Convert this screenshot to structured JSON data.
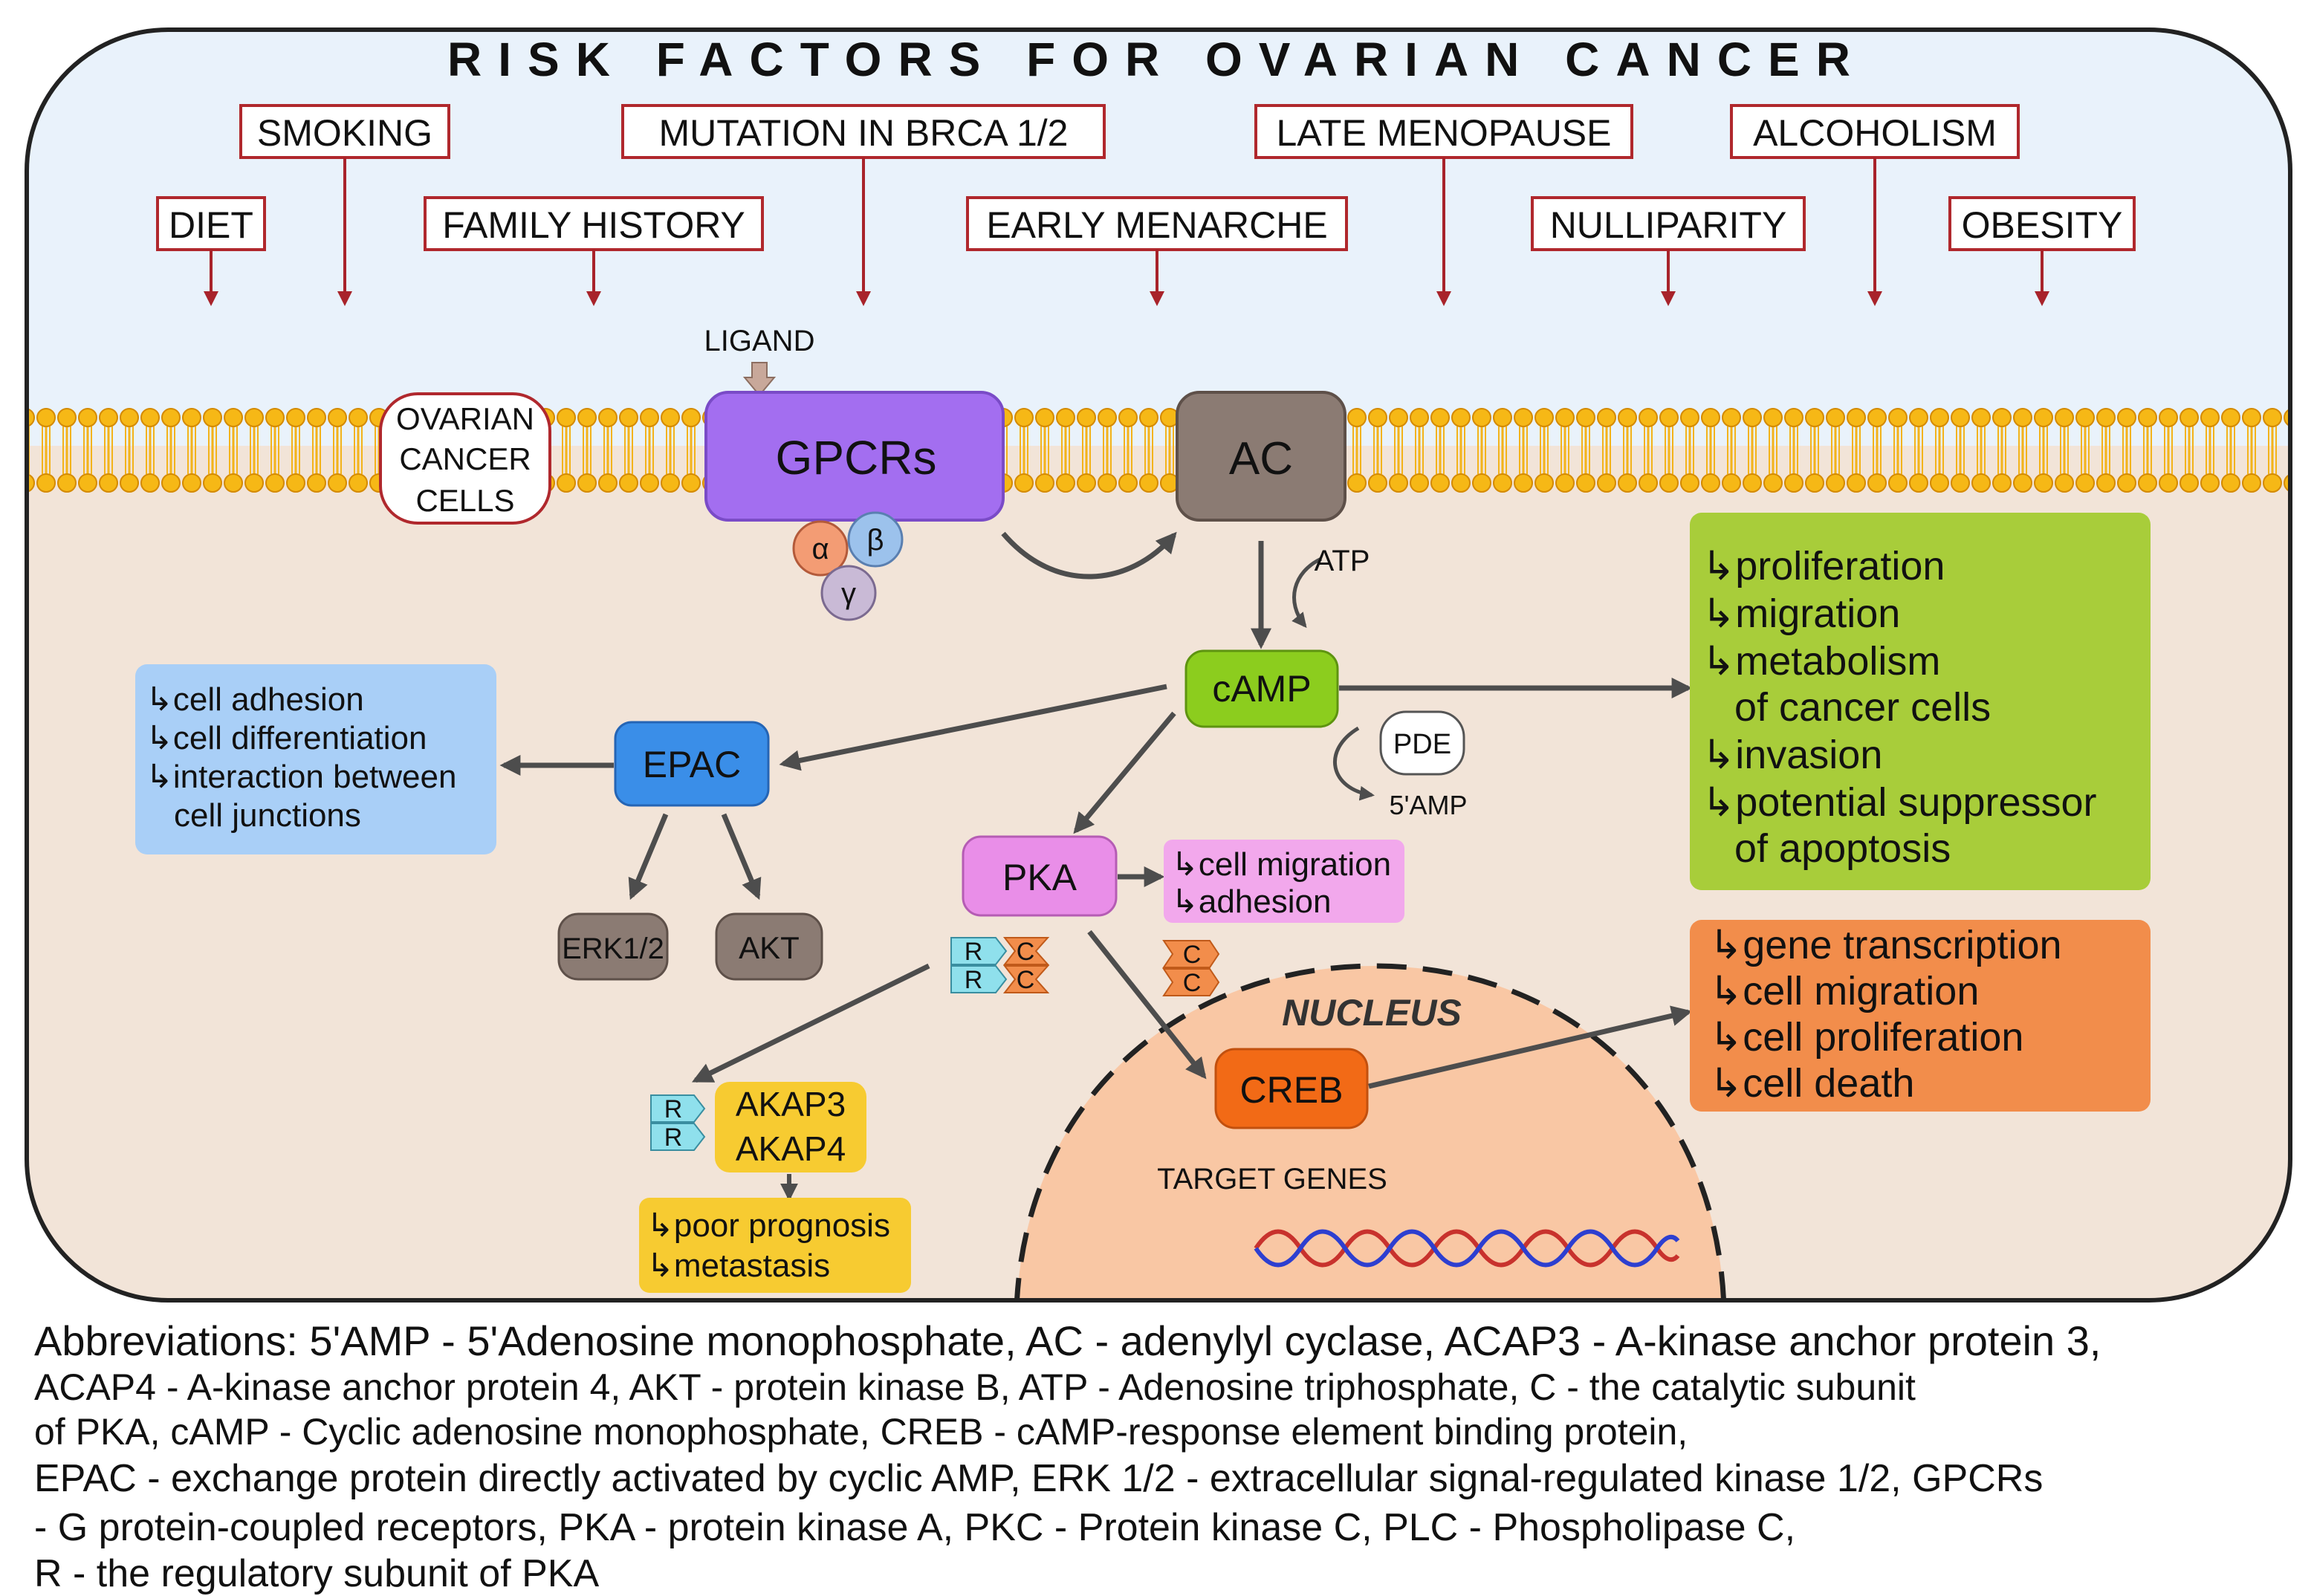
{
  "title": "RISK FACTORS FOR OVARIAN CANCER",
  "risk_factors": [
    "SMOKING",
    "MUTATION IN BRCA 1/2",
    "LATE MENOPAUSE",
    "ALCOHOLISM",
    "DIET",
    "FAMILY HISTORY",
    "EARLY MENARCHE",
    "NULLIPARITY",
    "OBESITY"
  ],
  "membrane": {
    "ligand": "LIGAND",
    "cell_label": [
      "OVARIAN",
      "CANCER",
      "CELLS"
    ],
    "gpcrs": "GPCRs",
    "ac": "AC",
    "alpha": "α",
    "beta": "β",
    "gamma": "γ"
  },
  "signaling": {
    "atp": "ATP",
    "camp": "cAMP",
    "pde": "PDE",
    "amp5": "5'AMP",
    "epac": "EPAC",
    "erk": "ERK1/2",
    "akt": "AKT",
    "pka": "PKA",
    "r": "R",
    "c": "C",
    "akap3": "AKAP3",
    "akap4": "AKAP4",
    "creb": "CREB",
    "nucleus": "NUCLEUS",
    "target_genes": "TARGET GENES"
  },
  "effects": {
    "epac": [
      "↳cell adhesion",
      "↳cell differentiation",
      "↳interaction between",
      "cell junctions"
    ],
    "camp": [
      "↳proliferation",
      "↳migration",
      "↳metabolism",
      "of cancer cells",
      "↳invasion",
      "↳potential suppressor",
      "of apoptosis"
    ],
    "pka": [
      "↳cell migration",
      "↳adhesion"
    ],
    "akap": [
      "↳poor prognosis",
      "↳metastasis"
    ],
    "creb": [
      "↳gene transcription",
      "↳cell migration",
      "↳cell proliferation",
      "↳cell death"
    ]
  },
  "abbreviations": [
    "Abbreviations:  5'AMP - 5'Adenosine monophosphate, AC - adenylyl cyclase, ACAP3 - A-kinase anchor protein 3,",
    "ACAP4 - A-kinase anchor protein 4, AKT - protein kinase B, ATP - Adenosine triphosphate, C - the catalytic subunit",
    "of PKA, cAMP - Cyclic adenosine monophosphate, CREB - cAMP-response element binding protein,",
    "EPAC - exchange protein directly activated by cyclic AMP, ERK 1/2 - extracellular signal-regulated kinase 1/2, GPCRs",
    "- G protein-coupled receptors, PKA - protein kinase A, PKC - Protein kinase C, PLC - Phospholipase C,",
    "R - the regulatory subunit of PKA"
  ],
  "colors": {
    "outside": "#e9f2fb",
    "cytoplasm": "#f2e4d8",
    "membrane": "#f3b31a",
    "risk_border": "#b0282d",
    "gpcr": "#a36ef0",
    "ac": "#8b7b73",
    "camp": "#8ccd1e",
    "epac": "#3a8ee8",
    "pka": "#e98ee8",
    "green_box": "#a8cd3a",
    "blue_box": "#a9cff7",
    "orange_box": "#f28d4b",
    "yellow_box": "#f7cb31",
    "nucleus": "#f9c7a4"
  }
}
